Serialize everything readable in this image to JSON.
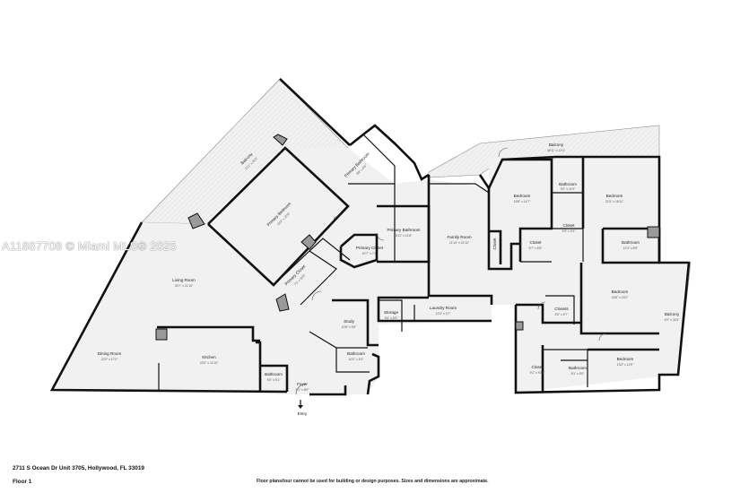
{
  "watermark": "A11887708 © Miami MLS® 2025",
  "footer": {
    "address": "2711 S Ocean Dr Unit 3705, Hollywood, FL 33019",
    "floor": "Floor 1",
    "disclaimer": "Floor plans/tour cannot be used for building or design purposes. Sizes and dimensions are approximate."
  },
  "rooms": {
    "balcony_west": {
      "name": "Balcony",
      "dims": "21'1\" x 46'3\""
    },
    "primary_bedroom": {
      "name": "Primary Bedroom",
      "dims": "18'2\" x 22'0\""
    },
    "primary_bathroom_1": {
      "name": "Primary Bathroom",
      "dims": "8'0\" x 8'6\""
    },
    "closet_corridor": {
      "name": "Closet",
      "dims": ""
    },
    "primary_bathroom_2": {
      "name": "Primary Bathroom",
      "dims": "8'11\" x 11'8\""
    },
    "primary_closet_1": {
      "name": "Primary Closet",
      "dims": "10'7\" x 7'3\""
    },
    "primary_closet_2": {
      "name": "Primary Closet",
      "dims": "7'3\" x 10'0\""
    },
    "living_room": {
      "name": "Living Room",
      "dims": "30'7\" x 21'10\""
    },
    "dining_room": {
      "name": "Dining Room",
      "dims": "22'0\" x 17'0\""
    },
    "kitchen": {
      "name": "Kitchen",
      "dims": "22'0\" x 11'10\""
    },
    "bathroom_small": {
      "name": "Bathroom",
      "dims": "5'0\" x 5'1\""
    },
    "foyer": {
      "name": "Foyer",
      "dims": "5'1\" x 8'0\""
    },
    "entry": {
      "name": "Entry",
      "dims": ""
    },
    "study": {
      "name": "Study",
      "dims": "10'8\" x 9'6\""
    },
    "bathroom_study": {
      "name": "Bathroom",
      "dims": "10'0\" x 5'3\""
    },
    "storage": {
      "name": "Storage",
      "dims": "4'6\" x 5'9\""
    },
    "laundry_room": {
      "name": "Laundry Room",
      "dims": "12'0\" x 4'7\""
    },
    "family_room": {
      "name": "Family Room",
      "dims": "11'10\" x 22'10\""
    },
    "closet_family": {
      "name": "Closet",
      "dims": ""
    },
    "balcony_north": {
      "name": "Balcony",
      "dims": "46'11\" x 12'4\""
    },
    "bedroom_1": {
      "name": "Bedroom",
      "dims": "15'6\" x 14'7\""
    },
    "bathroom_1": {
      "name": "Bathroom",
      "dims": "5'0\" x 11'9\""
    },
    "bedroom_2": {
      "name": "Bedroom",
      "dims": "21'5\" x 16'11\""
    },
    "closet_a": {
      "name": "Closet",
      "dims": "5'9\" x 5'3\""
    },
    "closet_b": {
      "name": "Closet",
      "dims": "6'7\" x 6'5\""
    },
    "bathroom_2": {
      "name": "Bathroom",
      "dims": "11'3\" x 8'9\""
    },
    "bedroom_3": {
      "name": "Bedroom",
      "dims": "16'8\" x 15'2\""
    },
    "closets_c": {
      "name": "Closets",
      "dims": "6'0\" x 6'7\""
    },
    "balcony_east": {
      "name": "Balcony",
      "dims": "4'9\" x 33'3\""
    },
    "closet_d": {
      "name": "Closet",
      "dims": "9'1\" x 9'10\""
    },
    "bathroom_3": {
      "name": "Bathroom",
      "dims": "8'1\" x 9'0\""
    },
    "bedroom_4": {
      "name": "Bedroom",
      "dims": "13'2\" x 12'0\""
    }
  }
}
